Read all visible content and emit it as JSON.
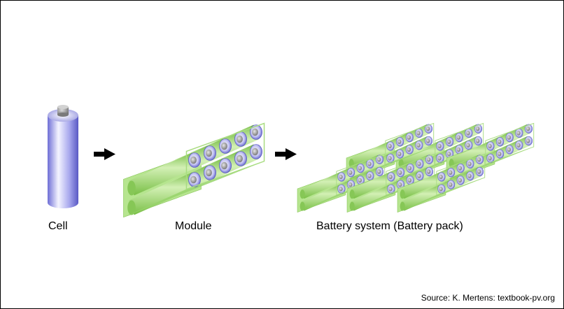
{
  "stages": [
    {
      "label": "Cell"
    },
    {
      "label": "Module"
    },
    {
      "label": "Battery system (Battery pack)"
    }
  ],
  "source": "Source: K. Mertens: textbook-pv.org",
  "colors": {
    "cell_body": "#9b9bea",
    "cell_cap": "#888888",
    "module_green": "#97d46a",
    "module_frame": "#b6e58f",
    "arrow": "#000000"
  },
  "icons": [
    "cell-icon",
    "arrow-icon",
    "module-icon",
    "battery-pack-icon"
  ]
}
